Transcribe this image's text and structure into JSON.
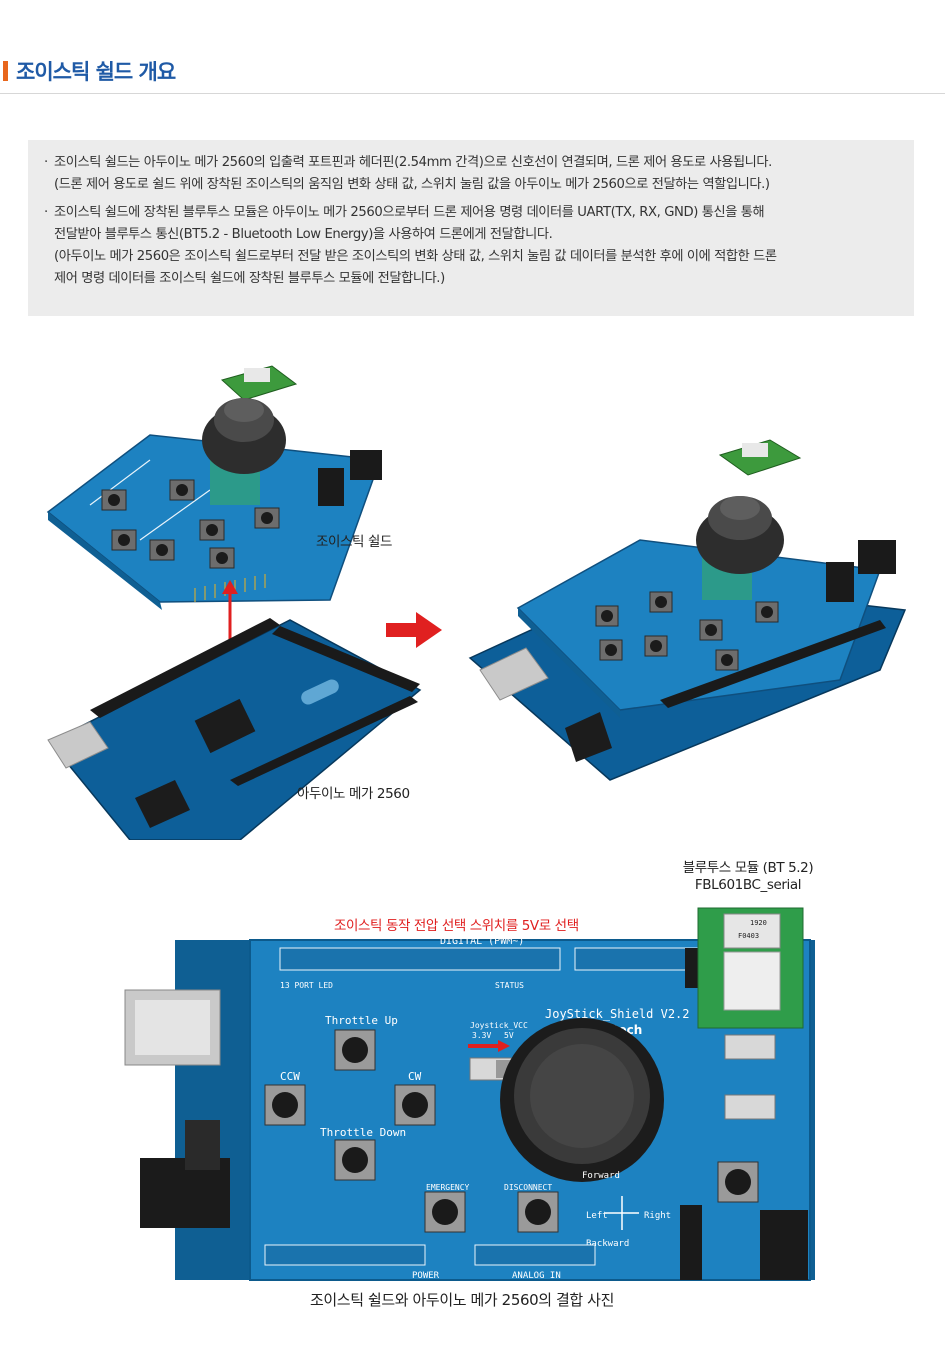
{
  "header": {
    "title": "조이스틱 쉴드 개요"
  },
  "info": {
    "items": [
      {
        "bullet": "·",
        "lines": [
          "조이스틱 쉴드는 아두이노 메가 2560의 입출력 포트핀과 헤더핀(2.54mm 간격)으로 신호선이 연결되며, 드론 제어 용도로 사용됩니다.",
          "(드론 제어 용도로 쉴드 위에 장착된 조이스틱의 움직임 변화 상태 값, 스위치 눌림 값을 아두이노 메가 2560으로 전달하는 역할입니다.)"
        ]
      },
      {
        "bullet": "·",
        "lines": [
          "조이스틱 쉴드에 장착된 블루투스 모듈은 아두이노 메가 2560으로부터 드론 제어용 명령 데이터를 UART(TX, RX, GND) 통신을 통해",
          "전달받아 블루투스 통신(BT5.2 - Bluetooth Low Energy)을 사용하여 드론에게 전달합니다.",
          "(아두이노 메가 2560은 조이스틱 쉴드로부터 전달 받은 조이스틱의 변화 상태 값, 스위치 눌림 값 데이터를 분석한 후에 이에  적합한 드론",
          "제어 명령 데이터를 조이스틱 쉴드에 장착된 블루투스 모듈에 전달합니다.)"
        ]
      }
    ]
  },
  "figure1": {
    "shield_label": "조이스틱 쉴드",
    "mega_label": "아두이노 메가 2560"
  },
  "figure2": {
    "bt_label_line1": "블루투스 모듈 (BT 5.2)",
    "bt_label_line2": "FBL601BC_serial",
    "switch_note": "조이스틱 동작 전압 선택 스위치를 5V로 선택",
    "caption": "조이스틱 쉴드와 아두이노 메가 2560의 결합 사진",
    "silk": {
      "digital": "DIGITAL (PWM~)",
      "brand_title": "JoyStick_Shield V2.2",
      "brand": "Firmtech",
      "throttle_up": "Throttle Up",
      "throttle_down": "Throttle Down",
      "ccw": "CCW",
      "cw": "CW",
      "emergency": "EMERGENCY",
      "disconnect": "DISCONNECT",
      "forward": "Forward",
      "backward": "Backward",
      "left": "Left",
      "right": "Right",
      "power": "POWER",
      "analog_in": "ANALOG IN",
      "joystick_vcc": "Joystick_VCC",
      "v33": "3.3V",
      "v5": "5V",
      "status": "STATUS",
      "port_led": "13 PORT LED",
      "module_code1": "1920",
      "module_code2": "F0403"
    }
  },
  "colors": {
    "accent": "#e8661c",
    "title_blue": "#1f5aa6",
    "note_red": "#e02020",
    "pcb_blue": "#1d82c1"
  }
}
